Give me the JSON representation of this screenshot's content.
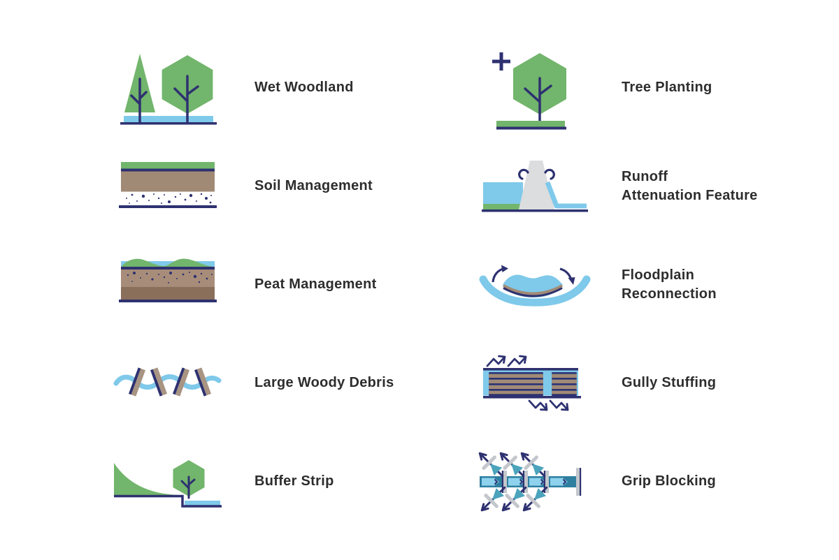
{
  "colors": {
    "green": "#72b56c",
    "water_blue": "#7fc9ea",
    "navy": "#2e3170",
    "soil_brown": "#a18a75",
    "peat_brown": "#a78d79",
    "dark_brown": "#8a6f5a",
    "dam_grey": "#dcdddf",
    "bar_grey": "#c3c7cc",
    "channel_teal": "#2e7fa0",
    "text": "#2d2d2d",
    "background": "#ffffff"
  },
  "legend": {
    "columns": [
      {
        "items": [
          {
            "icon": "wet-woodland-icon",
            "label": "Wet Woodland"
          },
          {
            "icon": "soil-management-icon",
            "label": "Soil Management"
          },
          {
            "icon": "peat-management-icon",
            "label": "Peat Management"
          },
          {
            "icon": "large-woody-debris-icon",
            "label": "Large Woody Debris"
          },
          {
            "icon": "buffer-strip-icon",
            "label": "Buffer Strip"
          }
        ]
      },
      {
        "items": [
          {
            "icon": "tree-planting-icon",
            "label": "Tree Planting"
          },
          {
            "icon": "runoff-attenuation-feature-icon",
            "label": "Runoff Attenuation Feature",
            "label_lines": [
              "Runoff",
              "Attenuation Feature"
            ]
          },
          {
            "icon": "floodplain-reconnection-icon",
            "label": "Floodplain Reconnection",
            "label_lines": [
              "Floodplain",
              "Reconnection"
            ]
          },
          {
            "icon": "gully-stuffing-icon",
            "label": "Gully Stuffing"
          },
          {
            "icon": "grip-blocking-icon",
            "label": "Grip Blocking"
          }
        ]
      }
    ]
  }
}
